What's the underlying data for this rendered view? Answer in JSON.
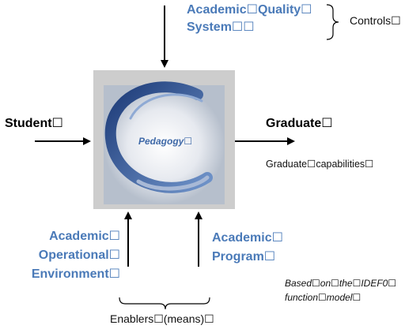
{
  "diagram": {
    "controls": {
      "label_line1": "Academic☐Quality☐",
      "label_line2": "System☐☐",
      "bracket_text": "Controls☐"
    },
    "input": {
      "label": "Student☐"
    },
    "output": {
      "label": "Graduate☐",
      "sublabel": "Graduate☐capabilities☐"
    },
    "process": {
      "label": "Pedagogy☐"
    },
    "enablers": {
      "left_line1": "Academic☐",
      "left_line2": "Operational☐",
      "left_line3": "Environment☐",
      "right_line1": "Academic☐",
      "right_line2": "Program☐",
      "bracket_text": "Enablers☐(means)☐"
    },
    "note": {
      "line1": "Based☐on☐the☐IDEF0☐",
      "line2": "function☐model☐"
    },
    "colors": {
      "accent": "#4a7ab8",
      "box": "#cdcdcd",
      "arrow": "#000000"
    }
  }
}
